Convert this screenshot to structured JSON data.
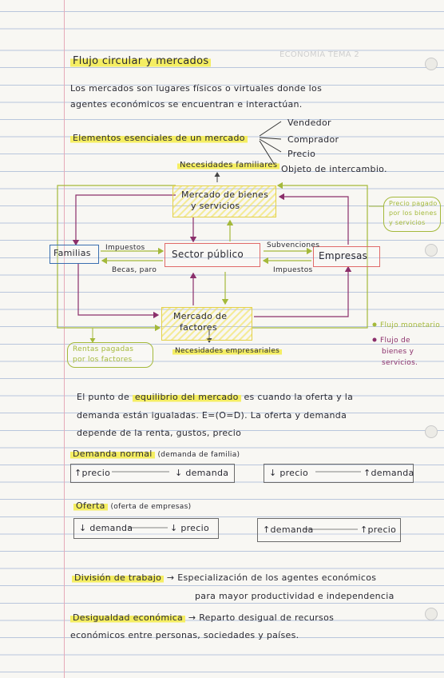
{
  "page": {
    "title": "Flujo circular y mercados",
    "faint_header": "ECONOMÍA TEMA 2",
    "intro": [
      "Los mercados son lugares físicos o virtuales donde los",
      "agentes económicos se encuentran e interactúan."
    ]
  },
  "elements": {
    "heading": "Elementos esenciales de un mercado",
    "items": [
      "Vendedor",
      "Comprador",
      "Precio",
      "Objeto de intercambio."
    ]
  },
  "diagram": {
    "top_label": "Necesidades familiares",
    "mercado_bienes": [
      "Mercado de bienes",
      "y servicios"
    ],
    "familias": "Familias",
    "sector_publico": "Sector público",
    "empresas": "Empresas",
    "mercado_factores": [
      "Mercado de",
      "factores"
    ],
    "impuestos_left": "Impuestos",
    "becas": "Becas, paro",
    "subvenciones": "Subvenciones",
    "impuestos_right": "Impuestos",
    "precio_pagado": [
      "Precio pagado",
      "por los bienes",
      "y servicios"
    ],
    "rentas": [
      "Rentas pagadas",
      "por los factores"
    ],
    "necesidades_empresariales": "Necesidades empresariales",
    "legend": {
      "flujo_monetario": "Flujo monetario",
      "flujo_bienes": [
        "Flujo de",
        "bienes y",
        "servicios."
      ]
    }
  },
  "equilibrio": {
    "lines": [
      [
        "El punto de ",
        "equilibrio del mercado",
        " es cuando la oferta y la"
      ],
      [
        "demanda están igualadas. E=(O=D). La oferta y demanda"
      ],
      [
        "depende de la renta, gustos, precio"
      ]
    ]
  },
  "demanda": {
    "heading": "Demanda normal",
    "note": "(demanda de familia)",
    "box1": {
      "left": "↑precio",
      "right": "↓ demanda"
    },
    "box2": {
      "left": "↓ precio",
      "right": "↑demanda"
    }
  },
  "oferta": {
    "heading": "Oferta",
    "note": "(oferta de empresas)",
    "box1": {
      "left": "↓ demanda",
      "right": "↓ precio"
    },
    "box2": {
      "left": "↑demanda",
      "right": "↑precio"
    }
  },
  "division": {
    "heading": "División de trabajo",
    "arrow": "→",
    "line1": "Especialización de los agentes económicos",
    "line2": "para mayor productividad e independencia"
  },
  "desigualdad": {
    "heading": "Desigualdad económica",
    "arrow": "→",
    "line1": "Reparto desigual de recursos",
    "line2": "económicos entre personas, sociedades y países."
  },
  "colors": {
    "highlight": "#f5ee62",
    "monetary_flow": "#a4b93a",
    "goods_flow": "#8b2f6b",
    "margin": "#e6aab8",
    "rules": "#b9c6dc"
  }
}
